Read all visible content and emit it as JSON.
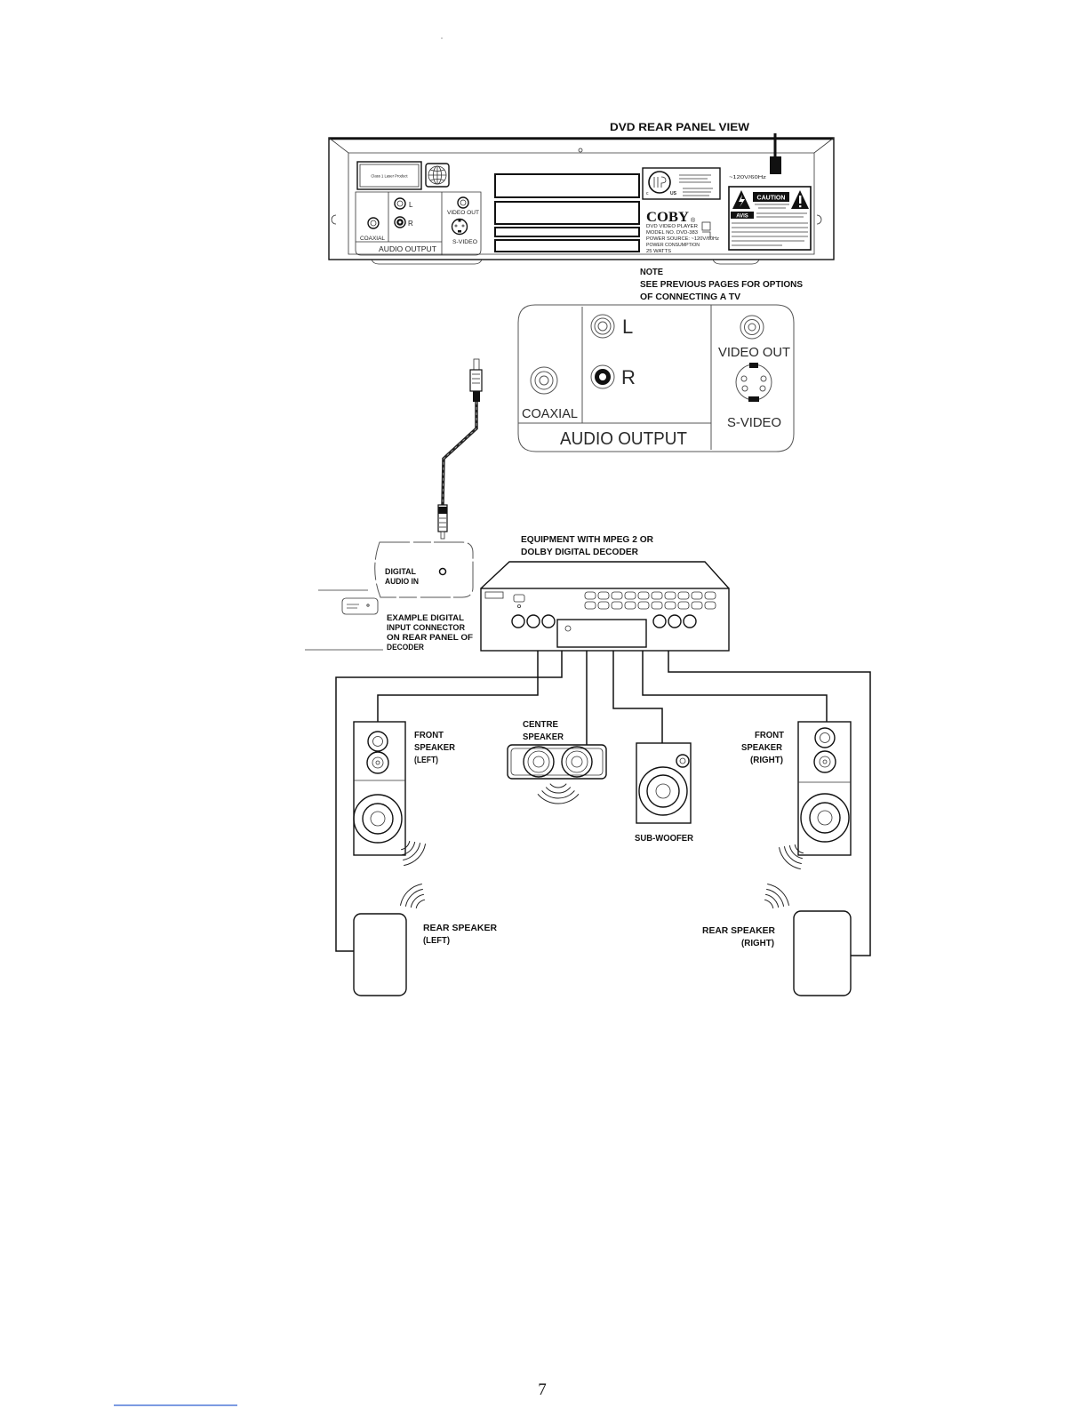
{
  "rear_panel": {
    "title": "DVD REAR PANEL VIEW",
    "laser_label": "Class 1 Laser Product",
    "cert": {
      "c": "c",
      "us": "US"
    },
    "voltage": "~120V/60Hz",
    "brand": "COBY",
    "brand_mark": "®",
    "rating_lines": [
      "DVD VIDEO PLAYER",
      "MODEL NO. DVD-383",
      "POWER SOURCE: ~120V/60Hz",
      "POWER CONSUMPTION",
      "25 WATTS"
    ],
    "caution": "CAUTION",
    "avis": "AVIS",
    "jacks": {
      "l": "L",
      "r": "R",
      "video_out": "VIDEO OUT",
      "coaxial": "COAXIAL",
      "s_video": "S-VIDEO",
      "audio_output": "AUDIO OUTPUT"
    }
  },
  "note": [
    "NOTE",
    "SEE PREVIOUS PAGES FOR OPTIONS",
    "OF CONNECTING A TV"
  ],
  "enlarged_panel": {
    "l": "L",
    "r": "R",
    "video_out": "VIDEO OUT",
    "coaxial": "COAXIAL",
    "s_video": "S-VIDEO",
    "audio_output": "AUDIO OUTPUT"
  },
  "decoder": {
    "label": [
      "EQUIPMENT WITH MPEG 2 OR",
      "DOLBY DIGITAL DECODER"
    ]
  },
  "digital_input": {
    "label": [
      "DIGITAL",
      "AUDIO IN"
    ],
    "example": [
      "EXAMPLE DIGITAL",
      "INPUT CONNECTOR",
      "ON REAR PANEL OF",
      "DECODER"
    ]
  },
  "speakers": {
    "front_left": [
      "FRONT",
      "SPEAKER",
      "(LEFT)"
    ],
    "centre": [
      "CENTRE",
      "SPEAKER"
    ],
    "subwoofer": [
      "SUB-WOOFER"
    ],
    "front_right": [
      "FRONT",
      "SPEAKER",
      "(RIGHT)"
    ],
    "rear_left": [
      "REAR SPEAKER",
      "(LEFT)"
    ],
    "rear_right": [
      "REAR SPEAKER",
      "(RIGHT)"
    ]
  },
  "page_number": "7"
}
